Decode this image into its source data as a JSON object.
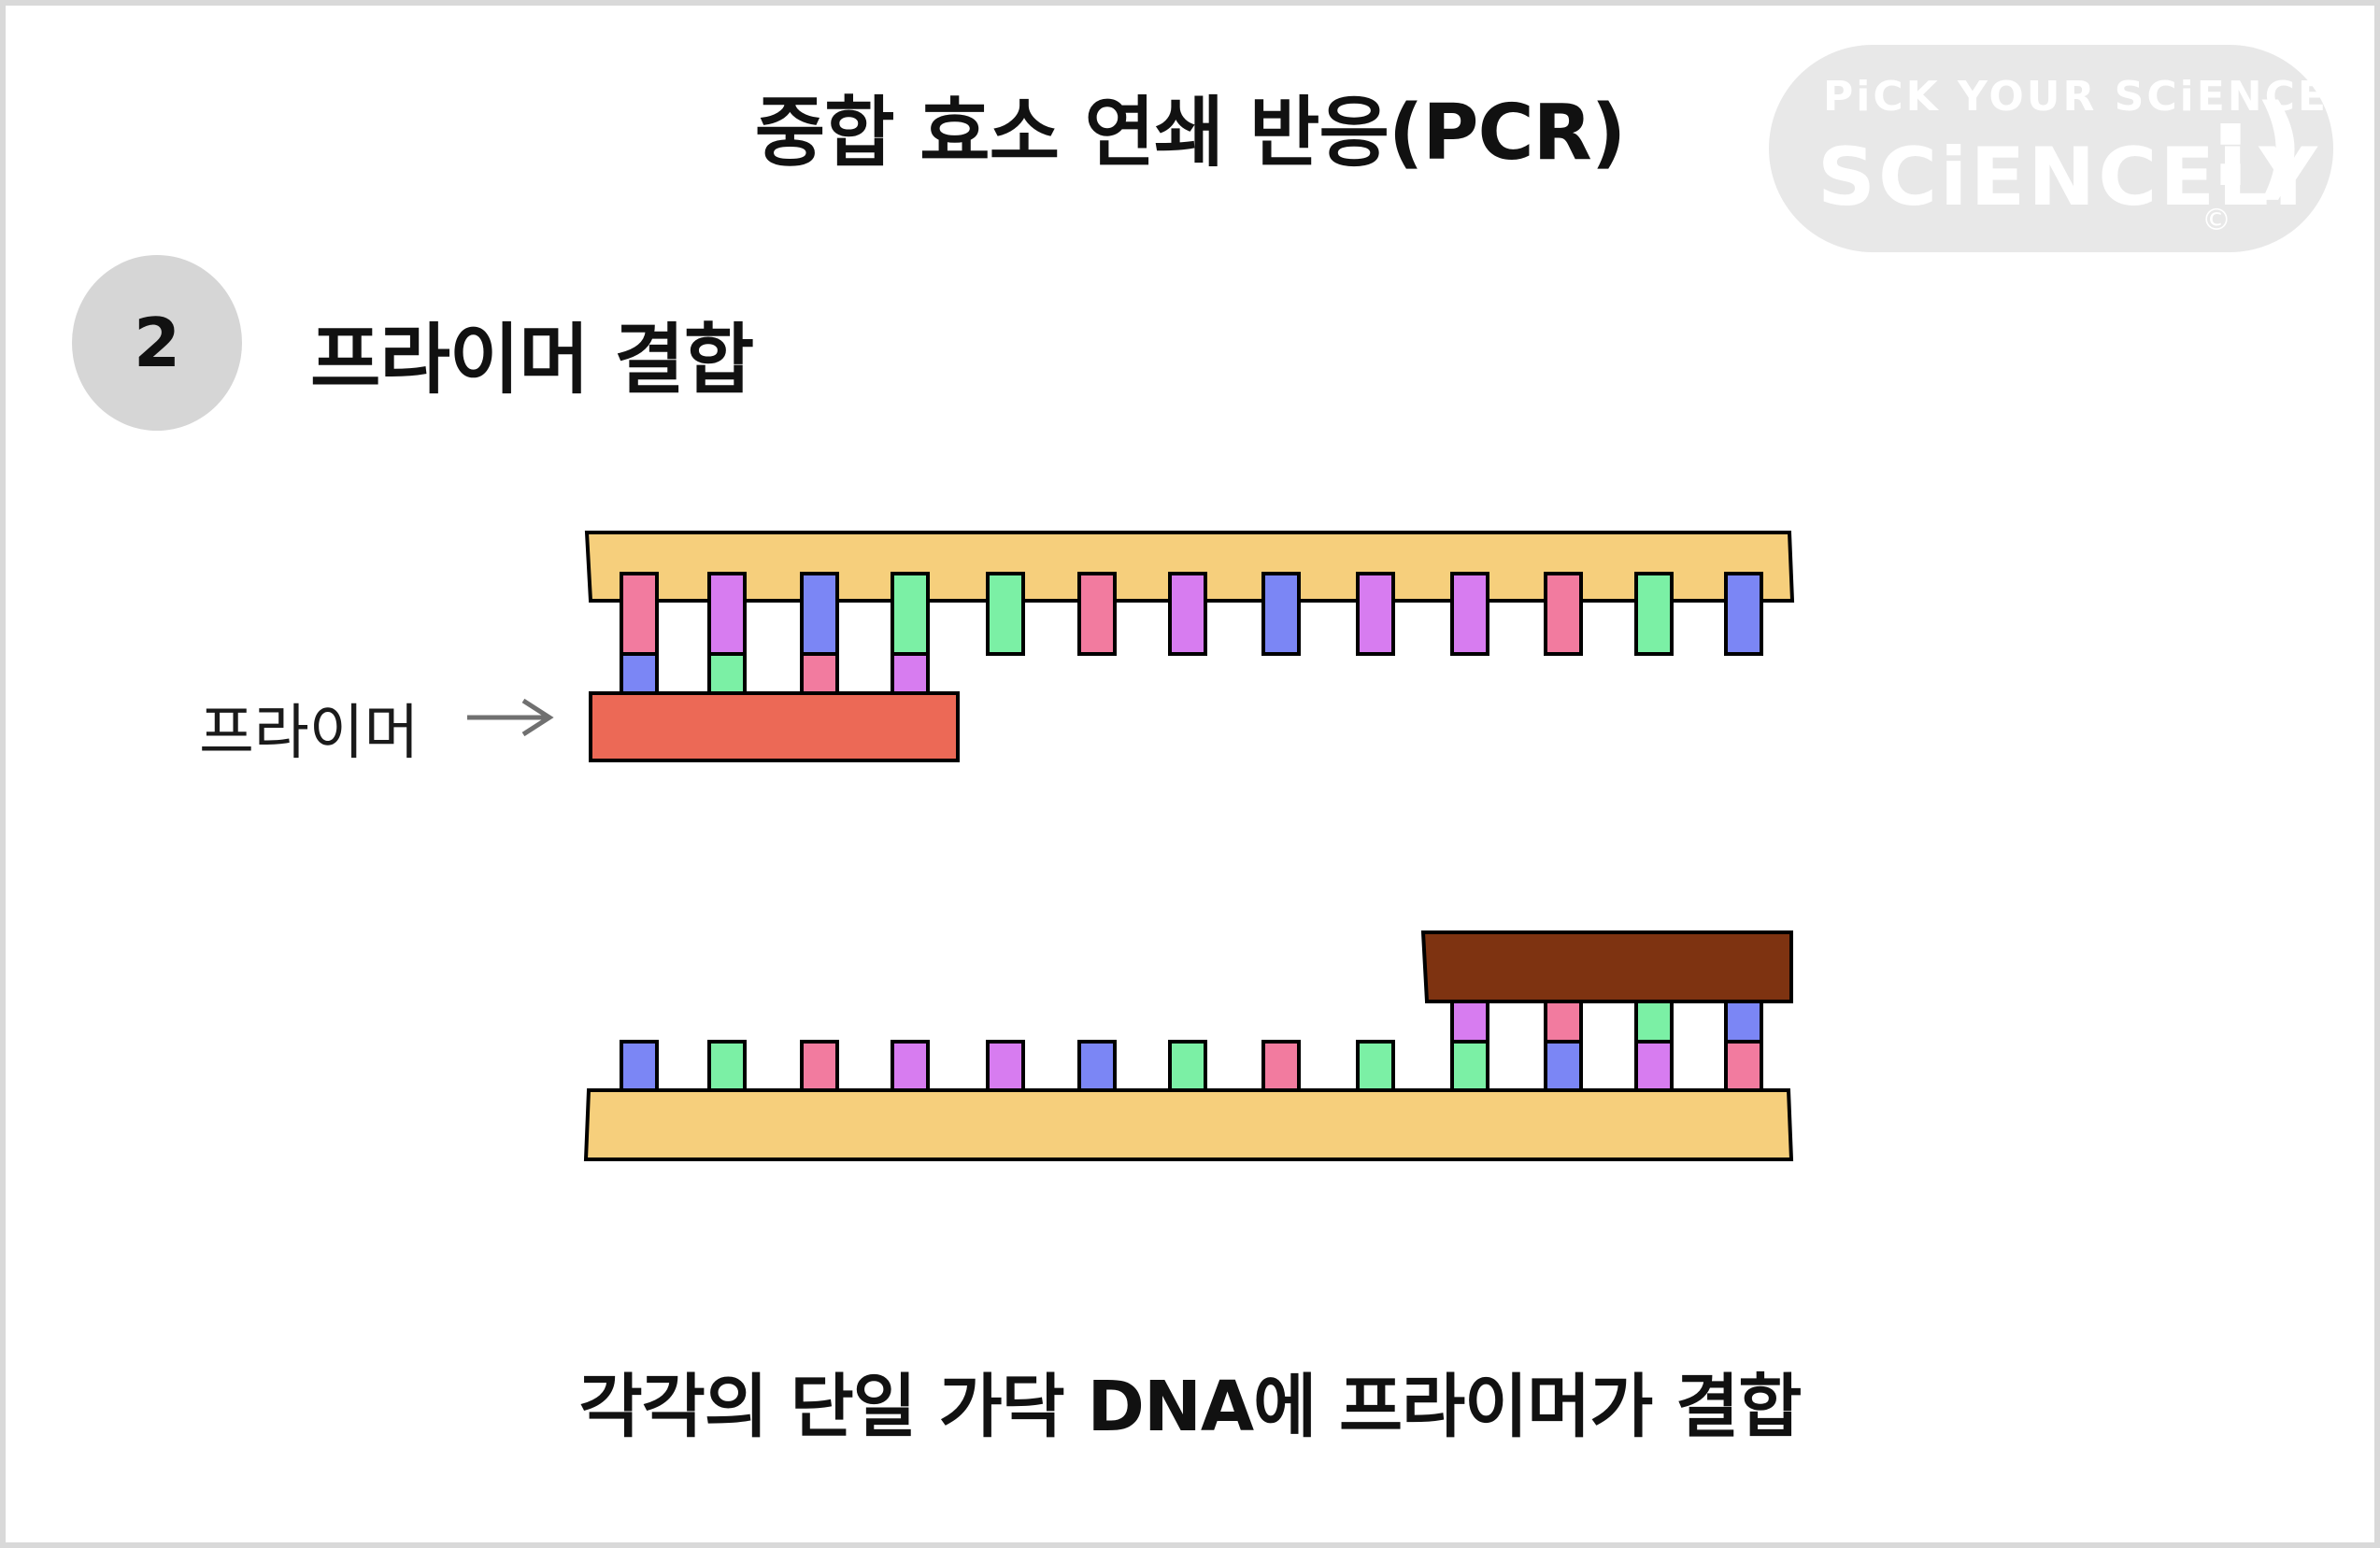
{
  "header": {
    "title": "중합 효소 연쇄 반응(PCR)"
  },
  "step": {
    "number": "2",
    "title": "프라이머 결합"
  },
  "diagram": {
    "primer_label": "프라이머",
    "caption": "각각의 단일 가닥 DNA에 프라이머가 결합"
  },
  "logo": {
    "tagline": "PiCK YOUR SCiENCE",
    "name": "SCiENCELY",
    "face": ":)",
    "copyright": "©"
  },
  "colors": {
    "backbone": "#f6cf7c",
    "primer_top": "#ec6956",
    "primer_bottom": "#7e3311",
    "base_pink": "#f27b9f",
    "base_purple": "#d77cf0",
    "base_blue": "#7b86f5",
    "base_green": "#7bf0a5",
    "frame": "#d9d9d9",
    "step_circle": "#d6d6d6",
    "arrow": "#707070"
  },
  "strands": {
    "top_template_bases": [
      "pink",
      "purple",
      "blue",
      "green",
      "green",
      "pink",
      "purple",
      "blue",
      "purple",
      "purple",
      "pink",
      "green",
      "blue"
    ],
    "top_primer_bases": [
      "blue",
      "green",
      "pink",
      "purple"
    ],
    "bottom_template_bases": [
      "blue",
      "green",
      "pink",
      "purple",
      "purple",
      "blue",
      "green",
      "pink",
      "green",
      "green",
      "blue",
      "purple",
      "pink"
    ],
    "bottom_primer_bases": [
      "purple",
      "pink",
      "green",
      "blue"
    ]
  }
}
